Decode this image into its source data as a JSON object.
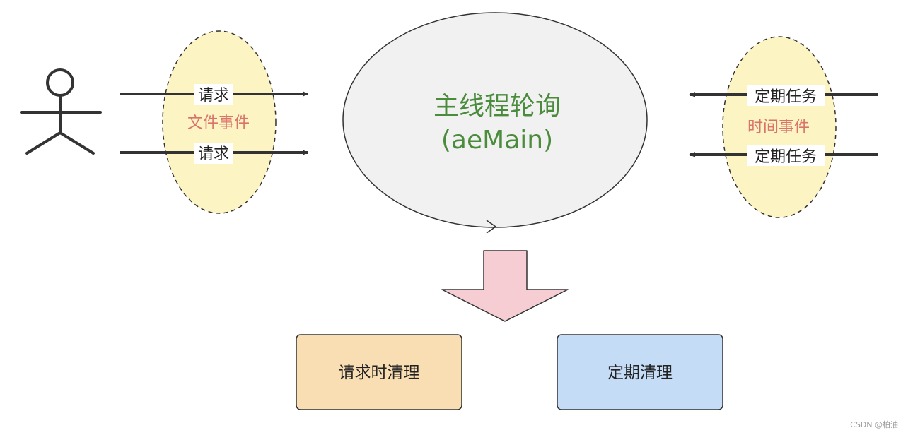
{
  "file_events": {
    "label": "文件事件",
    "arrows": [
      {
        "label": "请求"
      },
      {
        "label": "请求"
      }
    ]
  },
  "main_loop": {
    "title": "主线程轮询",
    "subtitle": "(aeMain)"
  },
  "time_events": {
    "label": "时间事件",
    "arrows": [
      {
        "label": "定期任务"
      },
      {
        "label": "定期任务"
      }
    ]
  },
  "boxes": [
    {
      "label": "请求时清理",
      "color": "#f9deb3"
    },
    {
      "label": "定期清理",
      "color": "#c5dcf6"
    }
  ],
  "colors": {
    "ellipse_fill": "#fdf4c3",
    "main_fill": "#f1f1f1",
    "down_arrow": "#f6cdd2",
    "event_text": "#d9736b",
    "main_text": "#4a8b3c"
  },
  "watermark": "CSDN @柏油"
}
